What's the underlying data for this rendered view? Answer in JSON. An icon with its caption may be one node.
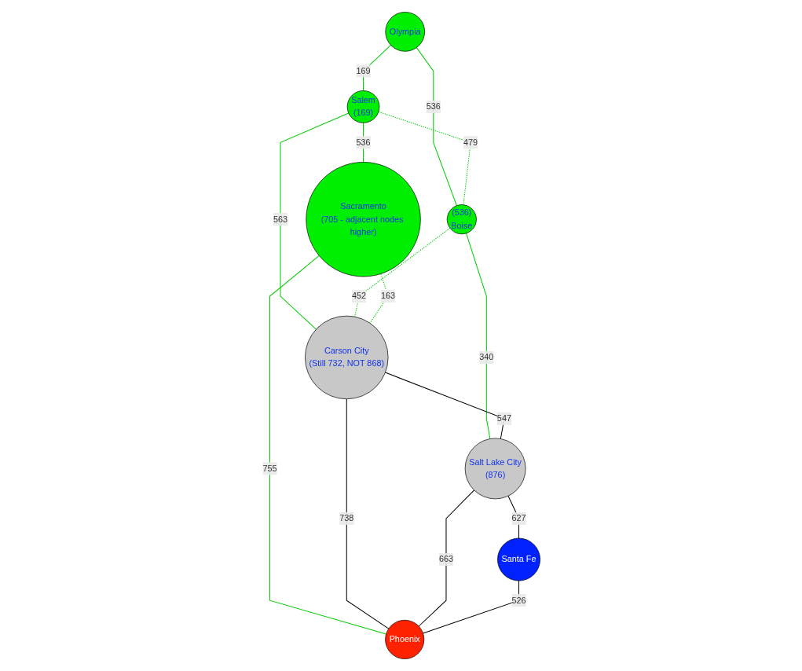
{
  "diagram": {
    "nodes": [
      {
        "text": [
          "Olympia"
        ]
      },
      {
        "text": [
          "Salem",
          "(169)"
        ]
      },
      {
        "text": [
          "(536)",
          "Boise"
        ]
      },
      {
        "text": [
          "Sacramento",
          "(705 - adjacent nodes higher)"
        ]
      },
      {
        "text": [
          "Carson City",
          "(Still 732, NOT 868)"
        ]
      },
      {
        "text": [
          "Salt Lake City",
          "(876)"
        ]
      },
      {
        "text": [
          "Santa Fe"
        ]
      },
      {
        "text": [
          "Phoenix"
        ]
      }
    ],
    "edges": [
      {
        "from": 0,
        "to": 1,
        "arrow": "none",
        "label": "169"
      },
      {
        "from": 0,
        "to": 2,
        "arrow": "none",
        "label": "536"
      },
      {
        "from": 1,
        "to": 2,
        "arrow": "none",
        "label": "479",
        "style": "dashed"
      },
      {
        "from": 1,
        "to": 3,
        "arrow": "none",
        "label": "536"
      },
      {
        "from": 1,
        "to": 4,
        "arrow": "none",
        "label": "563"
      },
      {
        "from": 2,
        "to": 4,
        "arrow": "none",
        "label": "452",
        "style": "dashed"
      },
      {
        "from": 3,
        "to": 4,
        "arrow": "none",
        "label": "163",
        "style": "dashed"
      },
      {
        "from": 2,
        "to": 5,
        "arrow": "none",
        "label": "340"
      },
      {
        "from": 4,
        "to": 5,
        "arrow": "none",
        "label": "547",
        "color": "#000000"
      },
      {
        "from": 3,
        "to": 7,
        "arrow": "none",
        "label": "755"
      },
      {
        "from": 4,
        "to": 7,
        "arrow": "none",
        "label": "738",
        "color": "#000000"
      },
      {
        "from": 5,
        "to": 7,
        "arrow": "none",
        "label": "663",
        "color": "#000000"
      },
      {
        "from": 5,
        "to": 6,
        "arrow": "none",
        "label": "627",
        "color": "#000000"
      },
      {
        "from": 6,
        "to": 7,
        "arrow": "none",
        "label": "526",
        "color": "#000000"
      }
    ]
  }
}
